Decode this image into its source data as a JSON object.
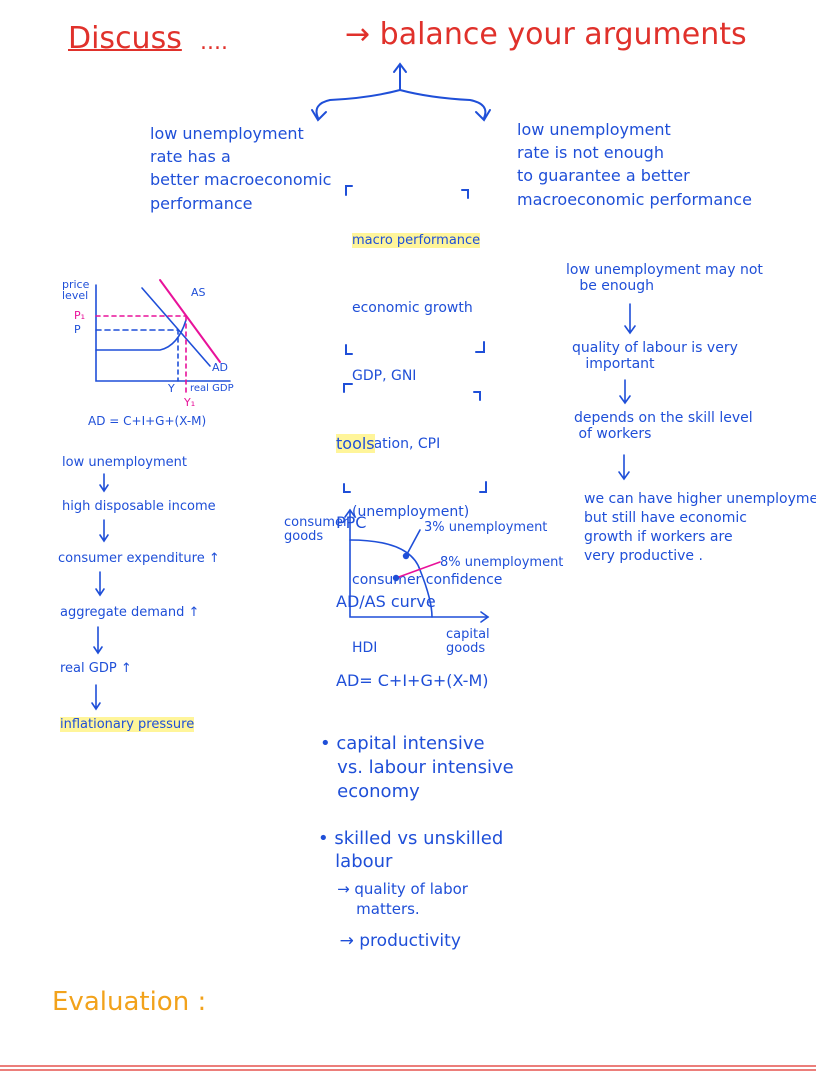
{
  "heading": {
    "discuss": "Discuss",
    "dots": "....",
    "arrow_text": "→ balance your arguments"
  },
  "left_claim": "low unemployment\nrate has a\nbetter macroeconomic\nperformance",
  "right_claim": "low unemployment\nrate is not enough\nto guarantee a better\nmacroeconomic performance",
  "macro": {
    "heading": "macro performance",
    "items": [
      "economic growth",
      "GDP, GNI",
      "inflation, CPI",
      "(unemployment)",
      "consumer confidence",
      "HDI"
    ]
  },
  "tools": {
    "heading": "tools",
    "items": [
      "PPC",
      "AD/AS curve",
      "AD= C+I+G+(X-M)"
    ]
  },
  "adas_chart": {
    "y_label": "price\nlevel",
    "p1": "P₁",
    "p": "P",
    "as": "AS",
    "ad": "AD",
    "y": "Y",
    "real_gdp": "real GDP",
    "y1": "Y₁",
    "formula": "AD = C+I+G+(X-M)"
  },
  "left_chain": [
    "low unemployment",
    "high disposable income",
    "consumer expenditure ↑",
    "aggregate demand ↑",
    "real GDP ↑",
    "inflationary pressure"
  ],
  "right_chain": [
    "low unemployment may not\n   be enough",
    "quality of labour is very\n   important",
    "depends on the skill level\n of workers",
    "we can have higher unemployment\nbut still have economic\ngrowth if workers are\nvery productive ."
  ],
  "ppc": {
    "y_label": "consumer\ngoods",
    "x_label": "capital\ngoods",
    "point_a": "3% unemployment",
    "point_b": "8% unemployment"
  },
  "bullets": {
    "b1": "• capital intensive\n   vs. labour intensive\n   economy",
    "b2": "• skilled vs unskilled\n   labour",
    "b3": "    → quality of labor\n        matters.",
    "b4": "    → productivity"
  },
  "evaluation": "Evaluation :",
  "colors": {
    "blue": "#1f4fd8",
    "red": "#e0312b",
    "magenta": "#e8129a",
    "orange": "#f2a21b",
    "highlight": "#fff59a"
  }
}
